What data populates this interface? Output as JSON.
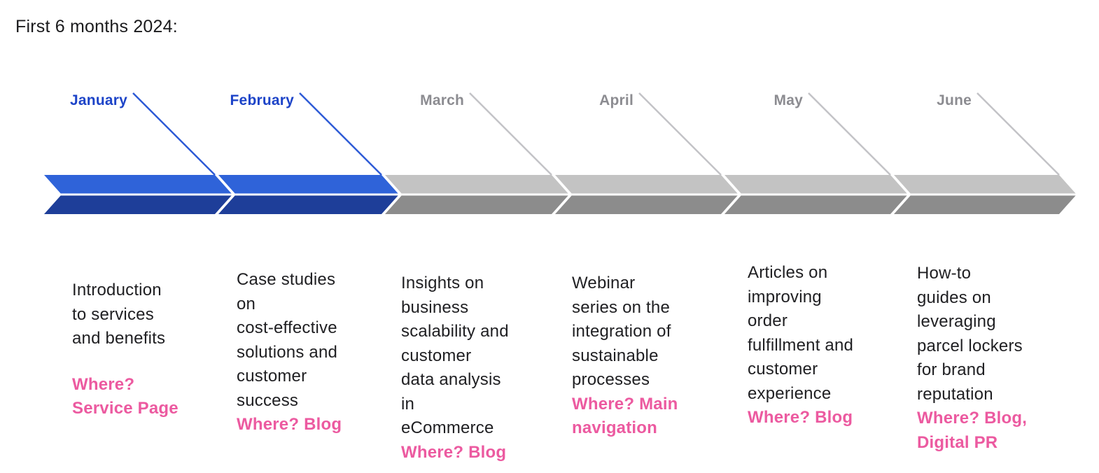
{
  "title": "First 6 months 2024:",
  "colors": {
    "active_band_top": "#2F63D9",
    "active_band_bottom": "#1E3E99",
    "inactive_band_top": "#C3C3C3",
    "inactive_band_bottom": "#8C8C8C",
    "active_label": "#1D44C8",
    "inactive_label": "#8C8C91",
    "active_line": "#2E5BD6",
    "inactive_line": "#C3C3C7",
    "where_text": "#EC5AA0",
    "body_text": "#1F1F22",
    "title_text": "#1B1B1D"
  },
  "months": [
    {
      "label": "January",
      "active": true,
      "description": "Introduction\nto services\nand benefits",
      "where": "Where?\nService Page"
    },
    {
      "label": "February",
      "active": true,
      "description": "Case studies\non\ncost-effective\nsolutions and\ncustomer\nsuccess",
      "where": "Where? Blog"
    },
    {
      "label": "March",
      "active": false,
      "description": "Insights on\nbusiness\nscalability and\ncustomer\ndata analysis\nin\neCommerce",
      "where": "Where? Blog"
    },
    {
      "label": "April",
      "active": false,
      "description": "Webinar\nseries on the\nintegration of\nsustainable\nprocesses",
      "where": "Where? Main\nnavigation"
    },
    {
      "label": "May",
      "active": false,
      "description": "Articles on\nimproving\norder\nfulfillment and\ncustomer\nexperience",
      "where": "Where? Blog"
    },
    {
      "label": "June",
      "active": false,
      "description": "How-to\nguides on\nleveraging\nparcel lockers\nfor brand\nreputation",
      "where": "Where? Blog,\nDigital PR"
    }
  ]
}
